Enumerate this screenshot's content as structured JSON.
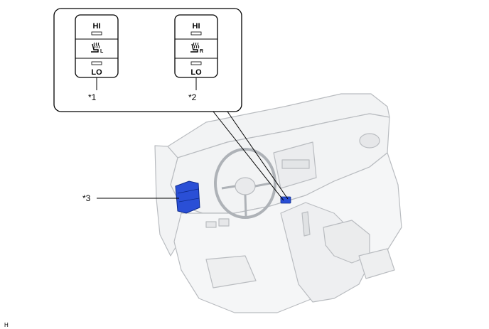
{
  "callouts": {
    "c1": "*1",
    "c2": "*2",
    "c3": "*3"
  },
  "switch_left": {
    "hi": "HI",
    "lo": "LO",
    "side": "L",
    "icon": "seat-heater-icon"
  },
  "switch_right": {
    "hi": "HI",
    "lo": "LO",
    "side": "R",
    "icon": "seat-heater-icon"
  },
  "corner_code": "H",
  "colors": {
    "highlight": "#2a4fd6",
    "line": "#000000",
    "interior_fill": "#f2f3f4",
    "interior_stroke": "#b9bcc0"
  }
}
